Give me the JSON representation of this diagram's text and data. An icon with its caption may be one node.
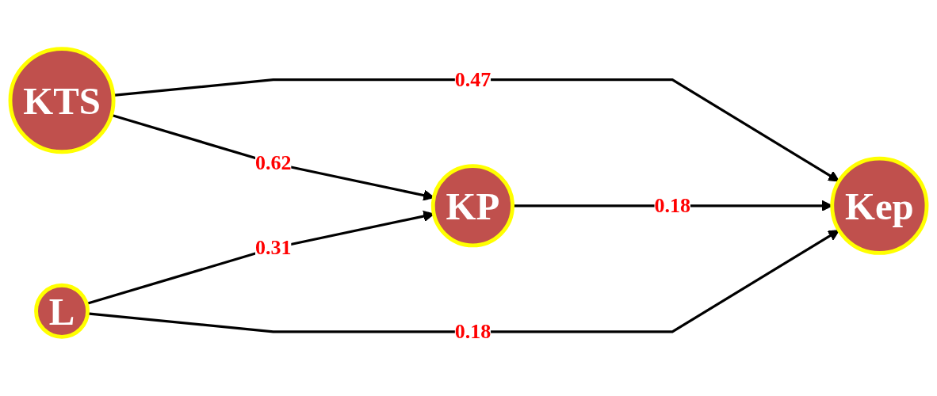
{
  "diagram": {
    "nodes": [
      {
        "text": [
          "KTS"
        ]
      },
      {
        "text": [
          "L"
        ]
      },
      {
        "text": [
          "KP"
        ]
      },
      {
        "text": [
          "Kep"
        ]
      }
    ],
    "edges": [
      {
        "from": 0,
        "to": 3,
        "arrow": "to",
        "label": "0.47"
      },
      {
        "from": 0,
        "to": 2,
        "arrow": "to",
        "label": "0.62"
      },
      {
        "from": 2,
        "to": 3,
        "arrow": "to",
        "label": "0.18"
      },
      {
        "from": 1,
        "to": 2,
        "arrow": "to",
        "label": "0.31"
      },
      {
        "from": 1,
        "to": 3,
        "arrow": "to",
        "label": "0.18"
      }
    ]
  }
}
